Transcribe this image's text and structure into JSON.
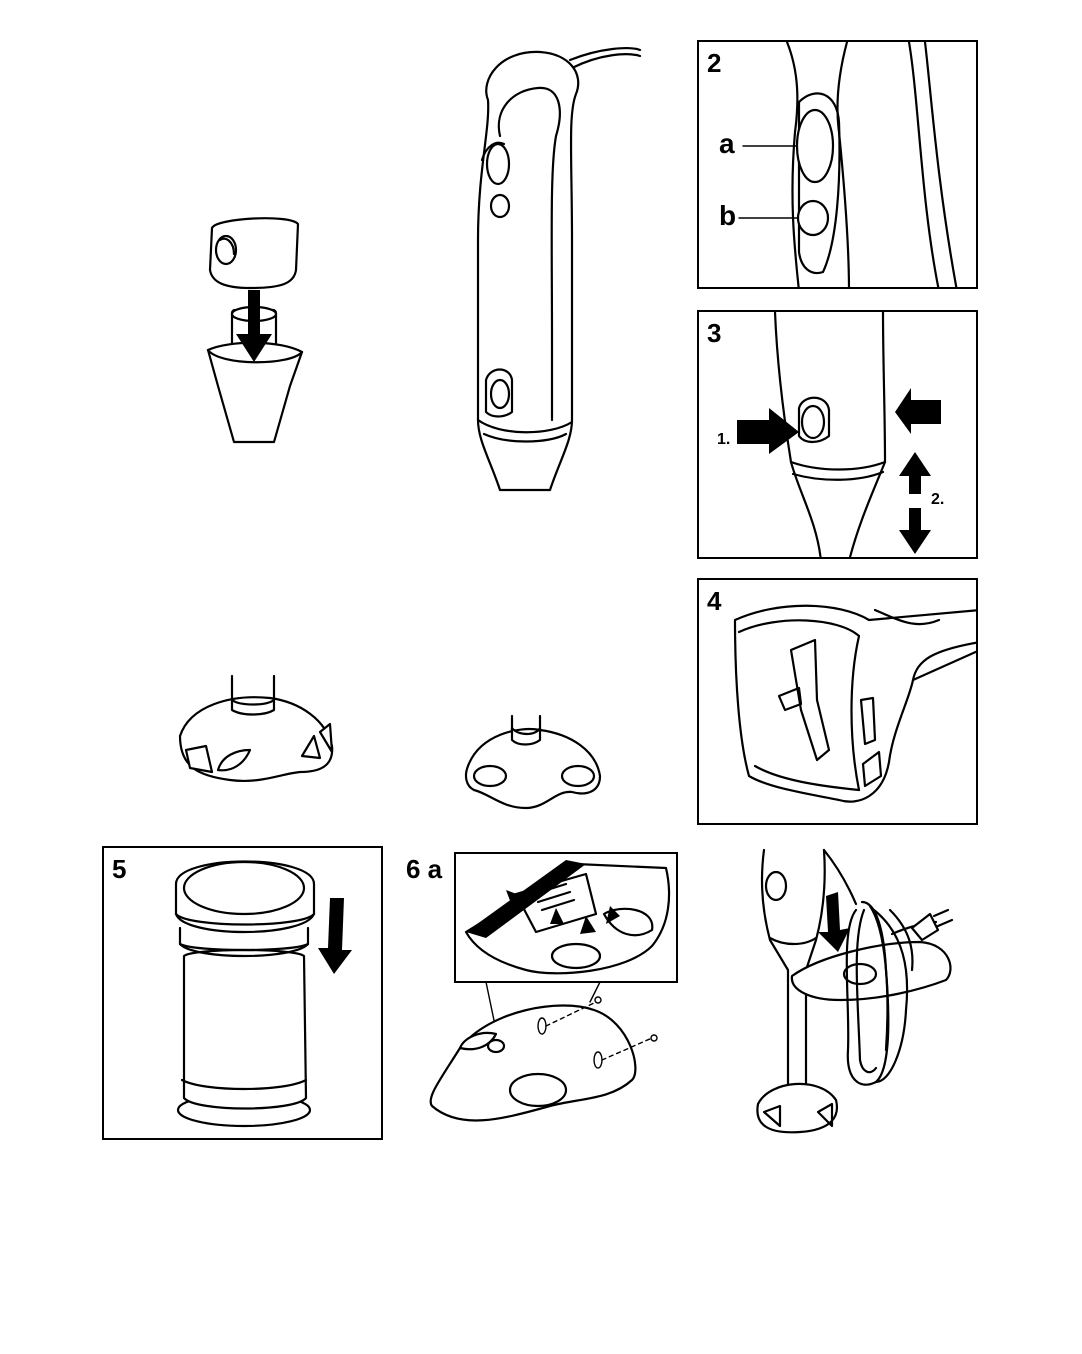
{
  "panels": {
    "p2": {
      "label": "2",
      "callout_a": "a",
      "callout_b": "b"
    },
    "p3": {
      "label": "3",
      "step1": "1.",
      "step2": "2."
    },
    "p4": {
      "label": "4"
    },
    "p5": {
      "label": "5"
    },
    "p6": {
      "label": "6 a"
    }
  },
  "colors": {
    "line": "#000000",
    "background": "#ffffff"
  },
  "icons": [
    "down-arrow-icon",
    "up-down-arrow-icon",
    "press-arrow-icon"
  ]
}
